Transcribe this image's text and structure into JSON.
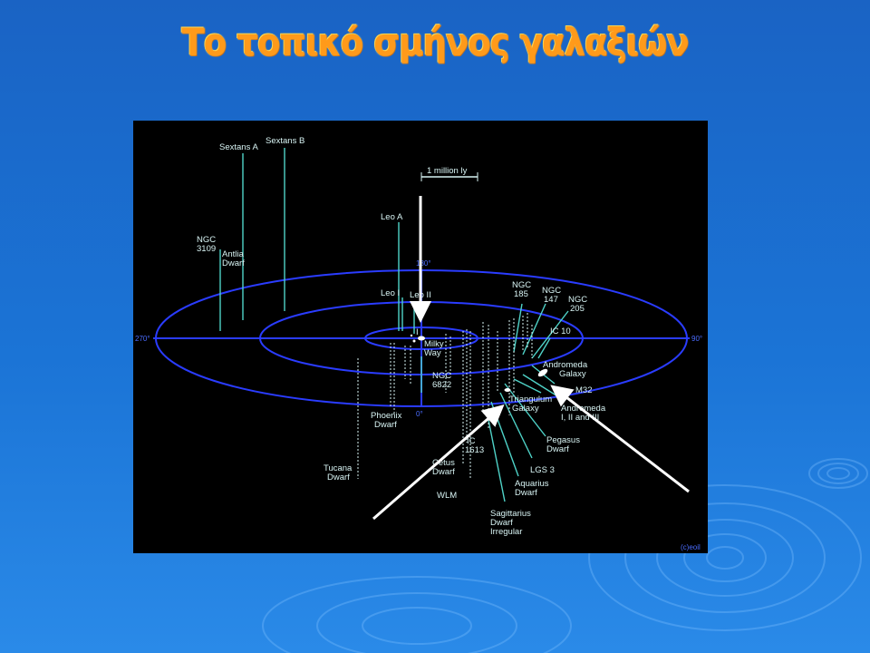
{
  "slide": {
    "title": "Το τοπικό σμήνος γαλαξιών"
  },
  "diagram": {
    "scale_bar": "1 million ly",
    "angles": {
      "left": "270°",
      "right": "90°",
      "top": "180°",
      "bottom": "0°"
    },
    "credit": "(c)eoil",
    "labels": {
      "sextans_a": "Sextans A",
      "sextans_b": "Sextans B",
      "ngc3109_1": "NGC",
      "ngc3109_2": "3109",
      "antlia_1": "Antlia",
      "antlia_2": "Dwarf",
      "leo_a": "Leo A",
      "leo_i": "Leo I",
      "leo_ii": "Leo II",
      "milky_1": "Milky",
      "milky_2": "Way",
      "ngc6822_1": "NGC",
      "ngc6822_2": "6822",
      "phoenix_1": "Phoenix",
      "phoenix_2": "Dwarf",
      "tucana_1": "Tucana",
      "tucana_2": "Dwarf",
      "ic1613_1": "IC",
      "ic1613_2": "1613",
      "cetus_1": "Cetus",
      "cetus_2": "Dwarf",
      "wlm": "WLM",
      "ngc185_1": "NGC",
      "ngc185_2": "185",
      "ngc147_1": "NGC",
      "ngc147_2": "147",
      "ngc205_1": "NGC",
      "ngc205_2": "205",
      "ic10": "IC 10",
      "andromeda_1": "Andromeda",
      "andromeda_2": "Galaxy",
      "m32": "M32",
      "triangulum_1": "Triangulum",
      "triangulum_2": "Galaxy",
      "andro_dw_1": "Andromeda",
      "andro_dw_2": "I, II and III",
      "pegasus_1": "Pegasus",
      "pegasus_2": "Dwarf",
      "lgs3": "LGS 3",
      "aquarius_1": "Aquarius",
      "aquarius_2": "Dwarf",
      "sagittarius_1": "Sagittarius",
      "sagittarius_2": "Dwarf",
      "sagittarius_3": "Irregular",
      "i_mark": "I"
    }
  },
  "colors": {
    "background": "#1b6fd0",
    "title": "#ff9a1a",
    "orbit_lines": "#2a3cff",
    "galaxy_lines": "#4fd3c8",
    "arrows": "#ffffff"
  }
}
